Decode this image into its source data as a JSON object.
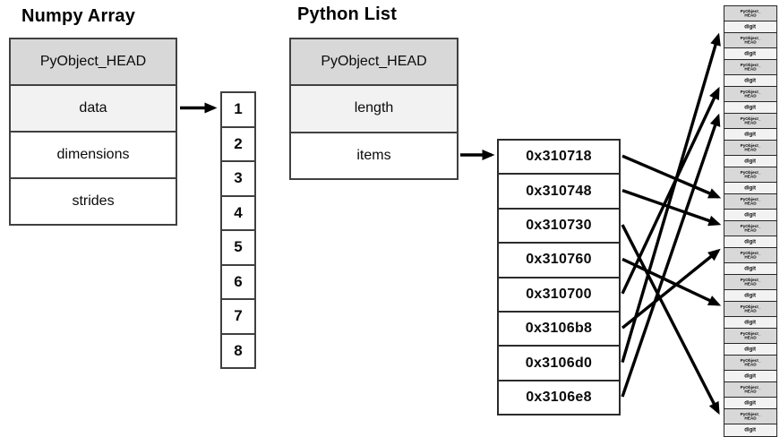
{
  "numpy_array": {
    "title": "Numpy Array",
    "rows": [
      "PyObject_HEAD",
      "data",
      "dimensions",
      "strides"
    ],
    "buffer_values": [
      "1",
      "2",
      "3",
      "4",
      "5",
      "6",
      "7",
      "8"
    ]
  },
  "python_list": {
    "title": "Python List",
    "rows": [
      "PyObject_HEAD",
      "length",
      "items"
    ],
    "pointer_addresses": [
      "0x310718",
      "0x310748",
      "0x310730",
      "0x310760",
      "0x310700",
      "0x3106b8",
      "0x3106d0",
      "0x3106e8"
    ]
  },
  "heap_objects": {
    "slot_count": 16,
    "head_label_line1": "PyObject_",
    "head_label_line2": "HEAD",
    "value_label": "digit"
  },
  "connections": [
    {
      "from": "0x310718",
      "to_slot": 8
    },
    {
      "from": "0x310748",
      "to_slot": 9
    },
    {
      "from": "0x310730",
      "to_slot": 16
    },
    {
      "from": "0x310760",
      "to_slot": 12
    },
    {
      "from": "0x310700",
      "to_slot": 4
    },
    {
      "from": "0x3106b8",
      "to_slot": 10
    },
    {
      "from": "0x3106d0",
      "to_slot": 2
    },
    {
      "from": "0x3106e8",
      "to_slot": 5
    }
  ],
  "colors": {
    "head_fill": "#d8d8d8",
    "light_fill": "#f2f2f2",
    "white_fill": "#ffffff",
    "border": "#404040",
    "arrow": "#000000"
  }
}
